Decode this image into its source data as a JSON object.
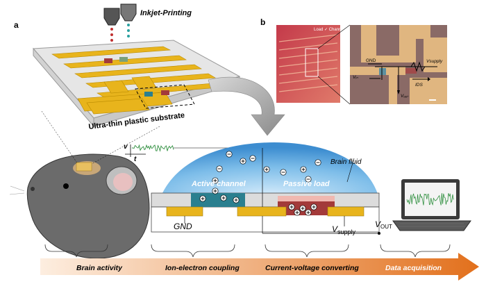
{
  "panel_a": {
    "letter": "a"
  },
  "panel_b": {
    "letter": "b"
  },
  "printing": {
    "label": "Inkjet-Printing"
  },
  "substrate": {
    "label": "Ultra-thin plastic substrate"
  },
  "signal": {
    "v_label": "v",
    "t_label": "t"
  },
  "device": {
    "brain_fluid": "Brain fluid",
    "active_channel": "Active channel",
    "passive_load": "Passive load",
    "gnd": "GND",
    "vsupply_main": "V",
    "vsupply_sub": "supply",
    "vout_main": "V",
    "vout_sub": "OUT"
  },
  "micrograph": {
    "load_channel": "Load ✓ Channel",
    "gnd": "GND",
    "vin": "Vᵢₙ",
    "vout": "Vₒᵤₜ",
    "vsupply": "Vsupply",
    "ids": "IDS"
  },
  "stages": [
    {
      "label": "Brain activity"
    },
    {
      "label": "Ion-electron coupling"
    },
    {
      "label": "Current-voltage converting"
    },
    {
      "label": "Data acquisition"
    }
  ],
  "colors": {
    "gold": "#e8b41c",
    "dome_blue": "#4a9ad8",
    "arrow_start": "#fbe3cc",
    "arrow_end": "#e2701c",
    "channel_teal": "#2a7f8f",
    "load_red": "#a33a3a"
  }
}
